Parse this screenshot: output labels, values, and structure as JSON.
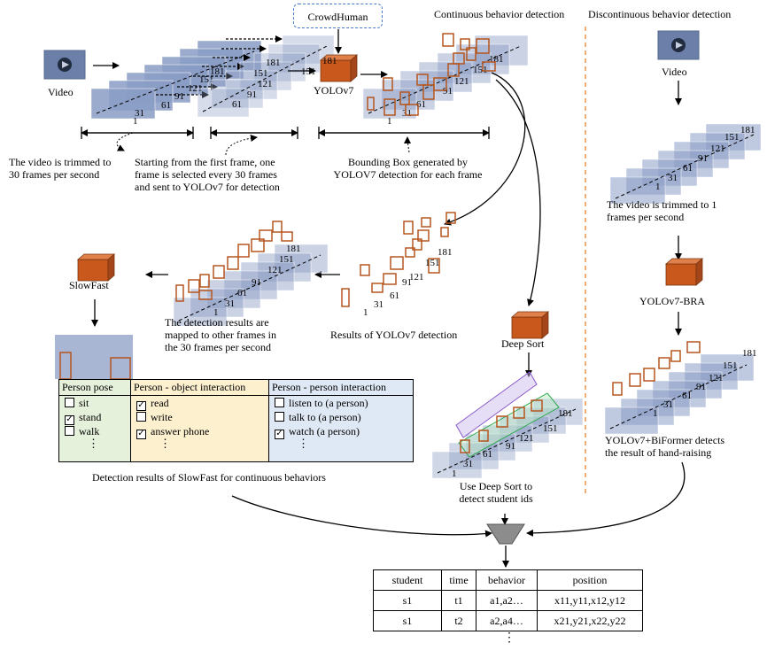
{
  "headers": {
    "continuous": "Continuous behavior detection",
    "discontinuous": "Discontinuous behavior detection"
  },
  "crowdhuman": "CrowdHuman",
  "labels": {
    "video_left": "Video",
    "video_right": "Video",
    "yolov7": "YOLOv7",
    "slowfast": "SlowFast",
    "deep_sort": "Deep Sort",
    "yolov7_bra": "YOLOv7-BRA"
  },
  "captions": {
    "trim_30": [
      "The video is trimmed to",
      "30 frames per second"
    ],
    "select_frame": [
      "Starting from the first frame, one",
      "frame is selected every 30 frames",
      "and sent to YOLOv7 for detection"
    ],
    "bbox": [
      "Bounding Box generated by",
      "YOLOV7 detection for each frame"
    ],
    "mapped": [
      "The detection results are",
      "mapped to other frames in",
      "the 30 frames per second"
    ],
    "results_yolo": "Results of YOLOv7 detection",
    "trim_1": [
      "The video is trimmed to 1",
      "frames per second"
    ],
    "biformer": [
      "YOLOv7+BiFormer detects",
      "the result of hand-raising"
    ],
    "slowfast_results": "Detection results of SlowFast for continuous behaviors",
    "deepsort_use": [
      "Use Deep Sort to",
      "detect student ids"
    ]
  },
  "frame_numbers": [
    "1",
    "31",
    "61",
    "91",
    "121",
    "151",
    "181"
  ],
  "pose_panel": {
    "title": "Person pose",
    "items": [
      {
        "label": "sit",
        "checked": false
      },
      {
        "label": "stand",
        "checked": true
      },
      {
        "label": "walk",
        "checked": false
      }
    ]
  },
  "object_panel": {
    "title": "Person - object interaction",
    "items": [
      {
        "label": "read",
        "checked": true
      },
      {
        "label": "write",
        "checked": false
      },
      {
        "label": "answer phone",
        "checked": true
      }
    ]
  },
  "person_panel": {
    "title": "Person - person interaction",
    "items": [
      {
        "label": "listen to (a person)",
        "checked": false
      },
      {
        "label": "talk to (a person)",
        "checked": false
      },
      {
        "label": "watch (a person)",
        "checked": true
      }
    ]
  },
  "check_mark": "✓",
  "vdots": "⋮",
  "result_table": {
    "headers": [
      "student",
      "time",
      "behavior",
      "position"
    ],
    "rows": [
      [
        "s1",
        "t1",
        "a1,a2…",
        "x11,y11,x12,y12"
      ],
      [
        "s1",
        "t2",
        "a2,a4…",
        "x21,y21,x22,y22"
      ]
    ]
  },
  "colors": {
    "frame": "#8a9cc4",
    "frame_dark": "#5a6e9c",
    "box": "#b5561f",
    "module": "#c9581c",
    "dash": "#e8934a",
    "crowd_border": "#4a78c8",
    "pose_bg": "#e6f1dc",
    "object_bg": "#fdf0cf",
    "person_bg": "#dfe9f5",
    "track_purple": "#8a5cc8",
    "track_green": "#2aa84a",
    "funnel": "#8c8c8c"
  },
  "icons": [
    "video-icon",
    "module-cube-icon",
    "funnel-icon",
    "checkbox-icon"
  ]
}
